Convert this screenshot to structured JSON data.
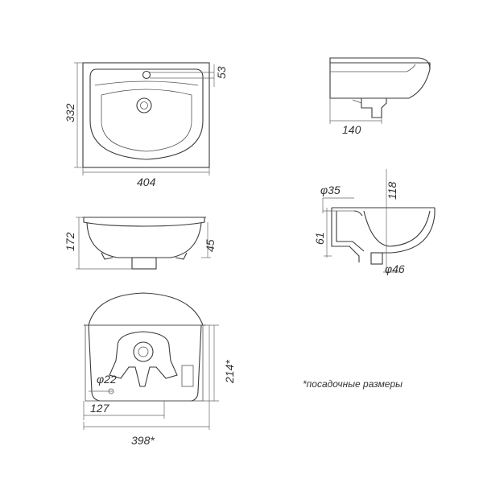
{
  "dimensions": {
    "top_view_width": "404",
    "top_view_height": "332",
    "top_view_tap_hole": "53",
    "front_view_height": "172",
    "front_view_inner_depth": "45",
    "side_view_depth": "140",
    "section_overflow_diameter": "φ35",
    "section_height": "118",
    "section_left_height": "61",
    "section_drain_diameter": "φ46",
    "rear_view_hole_diameter": "φ22",
    "rear_view_offset": "127",
    "rear_view_width": "398*",
    "rear_view_height": "214*"
  },
  "note": "*посадочные размеры"
}
